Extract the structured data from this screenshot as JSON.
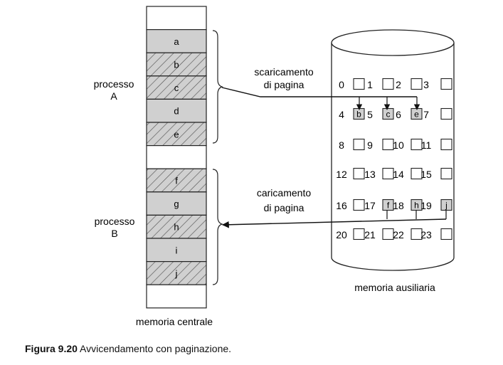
{
  "central_memory": {
    "label": "memoria centrale",
    "frames": [
      {
        "label": "",
        "state": "free"
      },
      {
        "label": "a",
        "state": "resident"
      },
      {
        "label": "b",
        "state": "swapped"
      },
      {
        "label": "c",
        "state": "swapped"
      },
      {
        "label": "d",
        "state": "resident"
      },
      {
        "label": "e",
        "state": "swapped"
      },
      {
        "label": "",
        "state": "free"
      },
      {
        "label": "f",
        "state": "swapped"
      },
      {
        "label": "g",
        "state": "resident"
      },
      {
        "label": "h",
        "state": "swapped"
      },
      {
        "label": "i",
        "state": "resident"
      },
      {
        "label": "j",
        "state": "swapped"
      },
      {
        "label": "",
        "state": "free"
      }
    ]
  },
  "processes": [
    {
      "line1": "processo",
      "line2": "A"
    },
    {
      "line1": "processo",
      "line2": "B"
    }
  ],
  "swap_out": {
    "line1": "scaricamento",
    "line2": "di pagina"
  },
  "swap_in": {
    "line1": "caricamento",
    "line2": "di pagina"
  },
  "aux_memory": {
    "label": "memoria ausiliaria",
    "blocks": [
      {
        "num": "0",
        "content": ""
      },
      {
        "num": "1",
        "content": ""
      },
      {
        "num": "2",
        "content": ""
      },
      {
        "num": "3",
        "content": ""
      },
      {
        "num": "4",
        "content": "b"
      },
      {
        "num": "5",
        "content": "c"
      },
      {
        "num": "6",
        "content": "e"
      },
      {
        "num": "7",
        "content": ""
      },
      {
        "num": "8",
        "content": ""
      },
      {
        "num": "9",
        "content": ""
      },
      {
        "num": "10",
        "content": ""
      },
      {
        "num": "11",
        "content": ""
      },
      {
        "num": "12",
        "content": ""
      },
      {
        "num": "13",
        "content": ""
      },
      {
        "num": "14",
        "content": ""
      },
      {
        "num": "15",
        "content": ""
      },
      {
        "num": "16",
        "content": ""
      },
      {
        "num": "17",
        "content": "f"
      },
      {
        "num": "18",
        "content": "h"
      },
      {
        "num": "19",
        "content": "j"
      },
      {
        "num": "20",
        "content": ""
      },
      {
        "num": "21",
        "content": ""
      },
      {
        "num": "22",
        "content": ""
      },
      {
        "num": "23",
        "content": ""
      }
    ]
  },
  "caption": {
    "number": "Figura 9.20",
    "text": " Avvicendamento con paginazione."
  },
  "colors": {
    "frame_fill": "#d0d0d0",
    "outline": "#222222",
    "hatch": "#555555",
    "background": "#ffffff"
  }
}
